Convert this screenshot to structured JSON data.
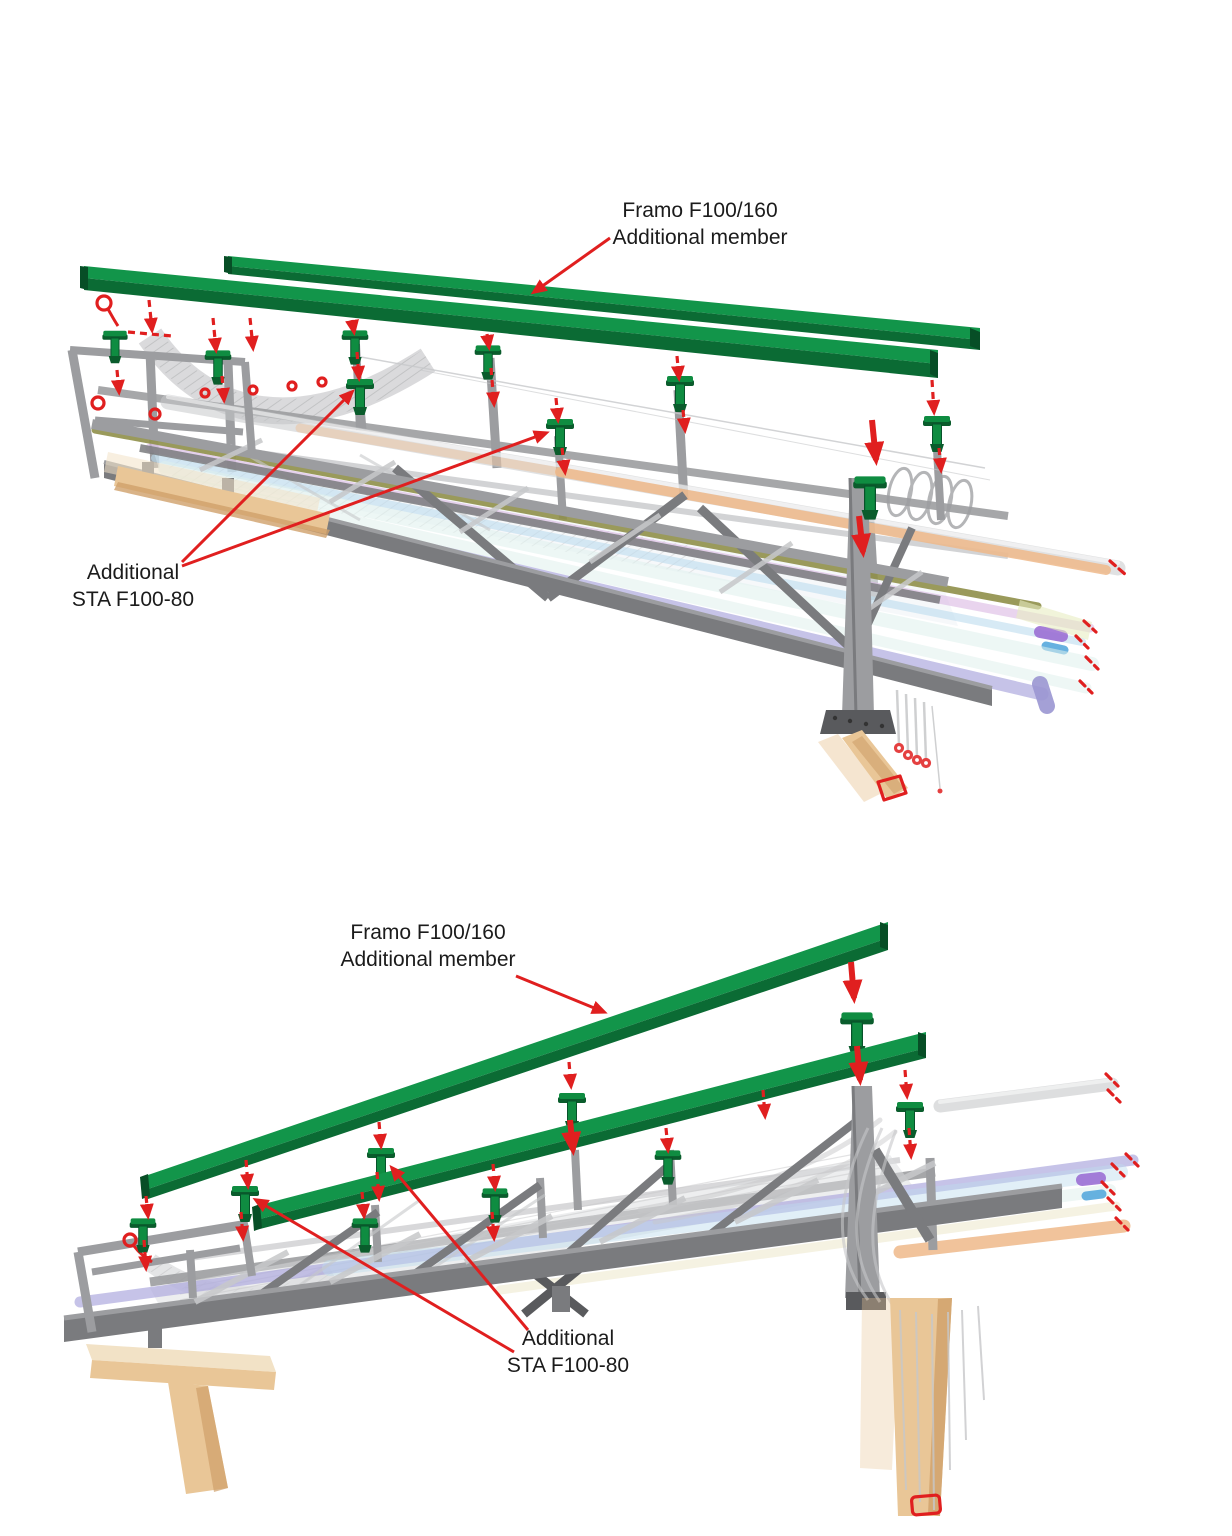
{
  "annotations": {
    "top": {
      "member": {
        "line1": "Framo F100/160",
        "line2": "Additional member"
      },
      "sta": {
        "line1": "Additional",
        "line2": "STA F100-80"
      }
    },
    "bottom": {
      "member": {
        "line1": "Framo F100/160",
        "line2": "Additional member"
      },
      "sta": {
        "line1": "Additional",
        "line2": "STA F100-80"
      }
    }
  },
  "colors": {
    "background": "#ffffff",
    "annotation_text": "#1b1b1b",
    "arrow_red": "#e01f1f",
    "member_green": "#12954a",
    "member_green_dark": "#0b6b34",
    "member_green_end": "#074e26",
    "clamp_green": "#0f8c41",
    "clamp_green_dark": "#0a5c2c",
    "steel_light": "#c7c8ca",
    "steel_mid": "#9c9da0",
    "steel_dark": "#7a7b7e",
    "steel_darkest": "#595a5d",
    "wood_light": "#f2e2c6",
    "wood_mid": "#e9c697",
    "wood_dark": "#cfa06a",
    "pipe_orange": "#efb98a",
    "pipe_lavender": "#aeaade",
    "pipe_blue": "#bcdcee",
    "pipe_cyan": "#def0ec",
    "pipe_pink": "#dab7e3",
    "pipe_olive": "#8f8f49",
    "pipe_purple": "#9b6fd4",
    "pipe_skyblue": "#57a8dd",
    "pipe_cream": "#efe9cf"
  }
}
